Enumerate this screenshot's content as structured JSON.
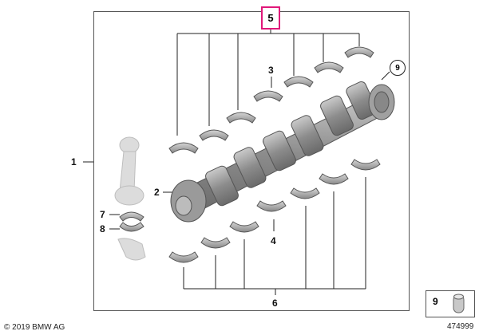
{
  "diagram": {
    "callouts": {
      "c1": "1",
      "c2": "2",
      "c3": "3",
      "c4": "4",
      "c5": "5",
      "c6": "6",
      "c7": "7",
      "c8": "8",
      "c9": "9"
    },
    "copyright": "© 2019 BMW AG",
    "reference_box": {
      "number": "9",
      "code": "474999"
    },
    "highlight_color": "#e0187a"
  }
}
